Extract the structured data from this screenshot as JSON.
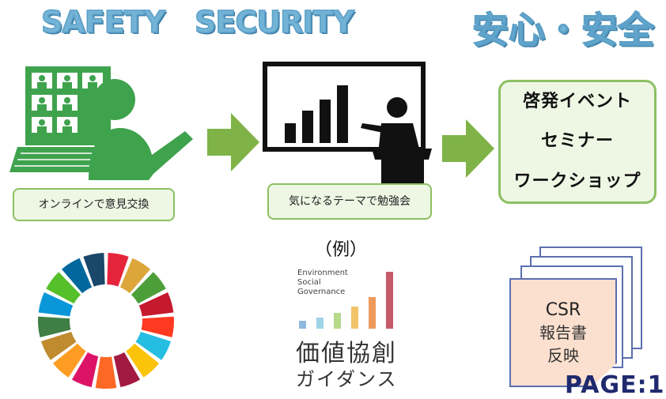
{
  "titles": {
    "safety": "SAFETY",
    "security": "SECURITY",
    "japanese": "安心・安全"
  },
  "steps": [
    {
      "icon": "video-conference-person-icon",
      "label": "オンラインで意見交換"
    },
    {
      "icon": "presenter-bar-chart-icon",
      "label": "気になるテーマで勉強会"
    },
    {
      "icon": "",
      "lines": [
        "啓発イベント",
        "セミナー",
        "ワークショップ"
      ]
    }
  ],
  "example_label": "（例）",
  "esg": {
    "line1": "Environment",
    "line2": "Social",
    "line3": "Governance",
    "title": "価値協創",
    "subtitle": "ガイダンス",
    "bar_colors": [
      "#8fb8e0",
      "#9fd3e6",
      "#b7d98a",
      "#f1c46a",
      "#ee9a5c",
      "#c65a6a"
    ]
  },
  "csr": {
    "line1": "CSR",
    "line2": "報告書",
    "line3": "反映"
  },
  "page_label": "PAGE:1",
  "colors": {
    "title_blue": "#73b3d6",
    "green": "#7fb347",
    "box_border": "#8cc063",
    "box_fill": "#eef7e4"
  },
  "sdg_colors": [
    "#e5243b",
    "#dda63a",
    "#4c9f38",
    "#c5192d",
    "#ff3a21",
    "#26bde2",
    "#fcc30b",
    "#a21942",
    "#fd6925",
    "#dd1367",
    "#fd9d24",
    "#bf8b2e",
    "#3f7e44",
    "#0a97d9",
    "#56c02b",
    "#00689d",
    "#19486a"
  ]
}
